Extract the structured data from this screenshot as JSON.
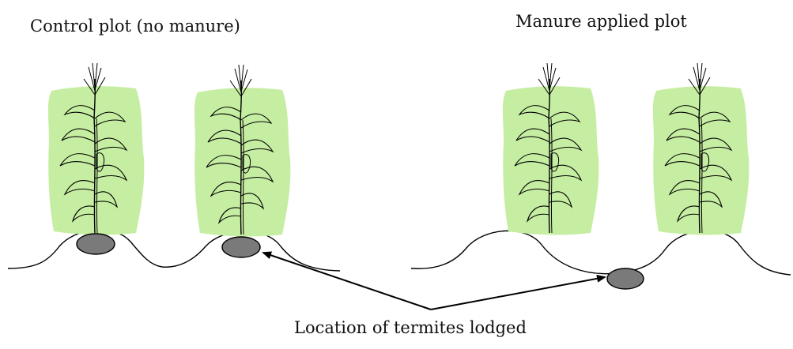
{
  "labels": {
    "control_plot": "Control plot (no manure)",
    "manure_plot": "Manure applied plot",
    "termite_location": "Location of termites lodged"
  },
  "colors": {
    "foliage": "#c6eea2",
    "termite": "#7a7a7a",
    "line": "#000000"
  },
  "icons": {
    "plant": "maize-plant-icon",
    "termite_nest": "termite-mound-icon"
  }
}
